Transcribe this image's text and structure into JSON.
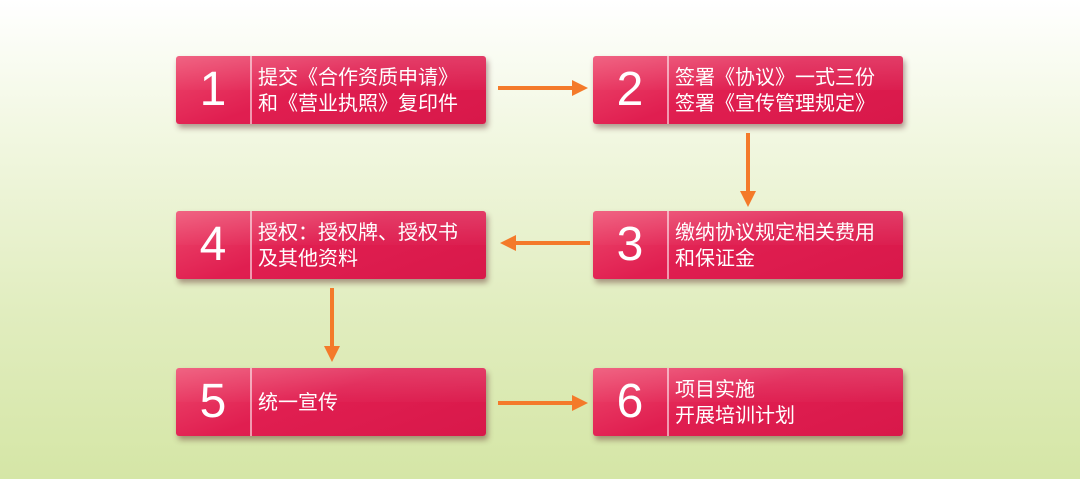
{
  "steps": [
    {
      "number": "1",
      "line1": "提交《合作资质申请》",
      "line2": "和《营业执照》复印件"
    },
    {
      "number": "2",
      "line1": "签署《协议》一式三份",
      "line2": "签署《宣传管理规定》"
    },
    {
      "number": "3",
      "line1": "缴纳协议规定相关费用",
      "line2": "和保证金"
    },
    {
      "number": "4",
      "line1": "授权：授权牌、授权书",
      "line2": "及其他资料"
    },
    {
      "number": "5",
      "line1": "统一宣传",
      "line2": ""
    },
    {
      "number": "6",
      "line1": "项目实施",
      "line2": "开展培训计划"
    }
  ],
  "colors": {
    "box": "#e01e50",
    "arrow": "#f47a2a",
    "background_top": "#ffffff",
    "background_bottom": "#d5e6a6"
  },
  "connections": [
    {
      "from": "1",
      "to": "2"
    },
    {
      "from": "2",
      "to": "3"
    },
    {
      "from": "3",
      "to": "4"
    },
    {
      "from": "4",
      "to": "5"
    },
    {
      "from": "5",
      "to": "6"
    }
  ]
}
